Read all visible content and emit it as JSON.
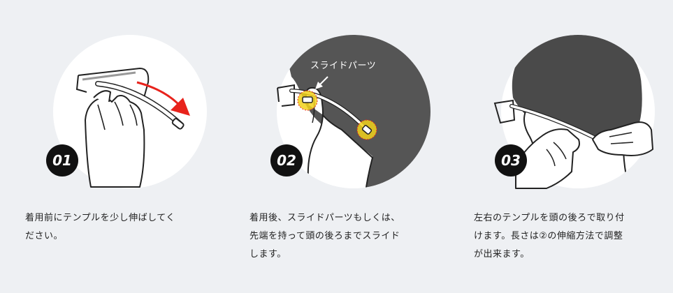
{
  "steps": [
    {
      "number": "01",
      "caption": "着用前にテンプルを少し伸ばしてく\nださい。"
    },
    {
      "number": "02",
      "callout": "スライドパーツ",
      "caption": "着用後、スライドパーツもしくは、\n先端を持って頭の後ろまでスライド\nします。"
    },
    {
      "number": "03",
      "caption": "左右のテンプルを頭の後ろで取り付\nけます。長さは②の伸縮方法で調整\nが出来ます。"
    }
  ],
  "colors": {
    "background": "#eef0f3",
    "circle": "#ffffff",
    "hair": "#555555",
    "badge": "#111111",
    "arrow": "#e8231c",
    "highlight": "#f2d21b"
  }
}
